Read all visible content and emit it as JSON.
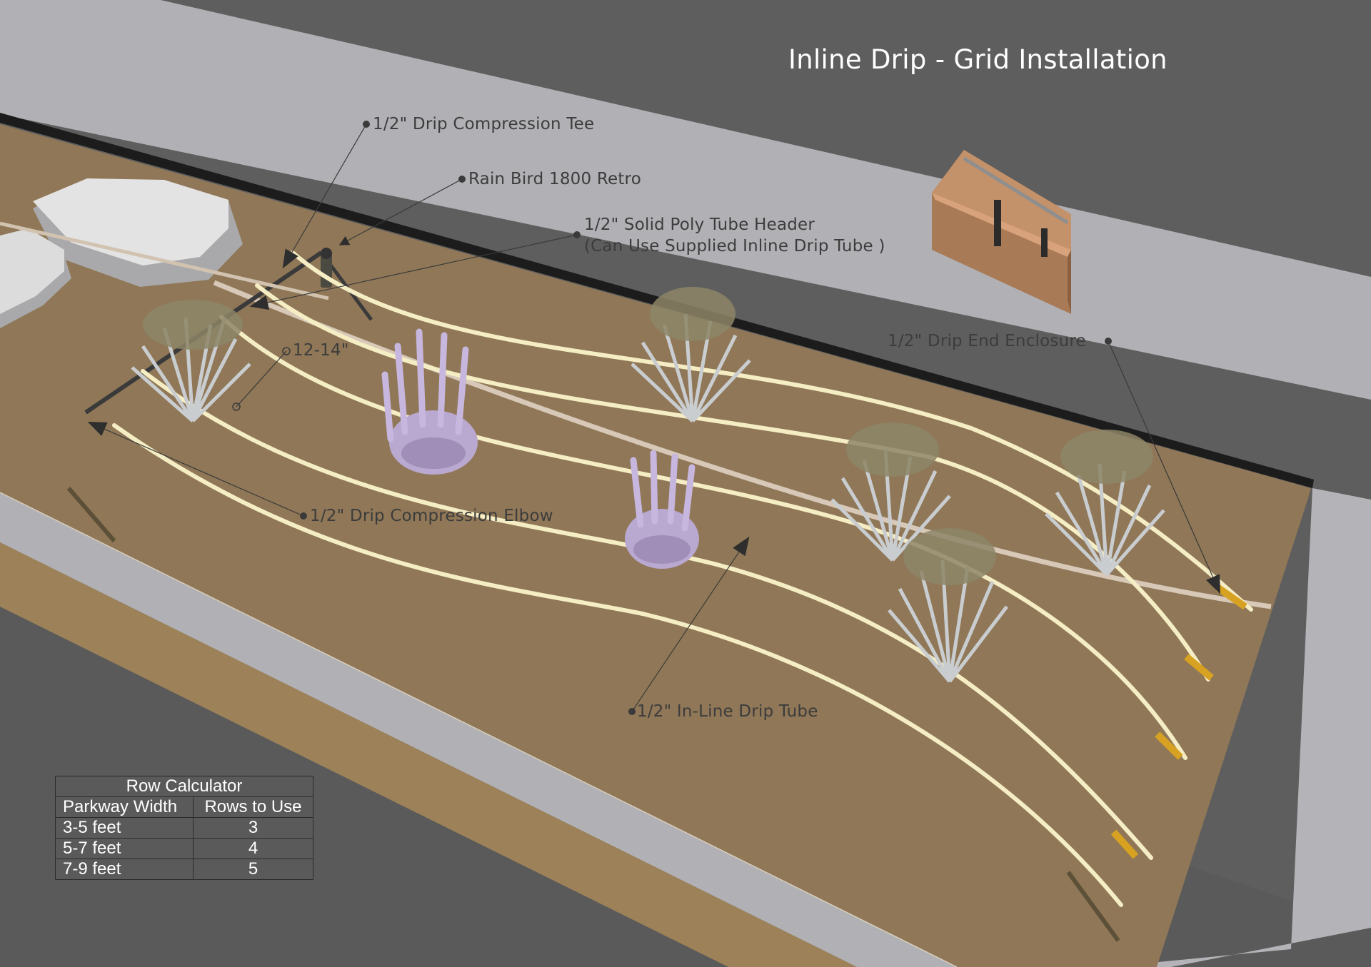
{
  "title": "Inline Drip - Grid Installation",
  "labels": {
    "compression_tee": "1/2\" Drip Compression Tee",
    "rain_bird": "Rain Bird 1800 Retro",
    "header_line1": "1/2\" Solid Poly Tube Header",
    "header_line2": "(Can Use Supplied Inline Drip Tube )",
    "spacing": "12-14\"",
    "end_enclosure": "1/2\" Drip End Enclosure",
    "compression_elbow": "1/2\" Drip Compression Elbow",
    "inline_tube": "1/2\" In-Line Drip Tube"
  },
  "row_calculator": {
    "caption": "Row Calculator",
    "headers": [
      "Parkway Width",
      "Rows to Use"
    ],
    "rows": [
      [
        "3-5 feet",
        "3"
      ],
      [
        "5-7 feet",
        "4"
      ],
      [
        "7-9 feet",
        "5"
      ]
    ]
  },
  "colors": {
    "background": "#5e5e5e",
    "sidewalk": "#b1b1b5",
    "soil": "#8f7757",
    "curb": "#1c1c1c",
    "drip_tube": "#f5edc4",
    "lavender": "#b9a8cf",
    "grass": "#c9cdd0",
    "toolbox": "#c3916a"
  }
}
